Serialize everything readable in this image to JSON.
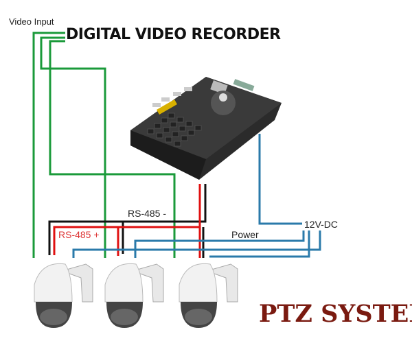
{
  "labels": {
    "video_input": "Video Input",
    "dvr": "DIGITAL VIDEO RECORDER",
    "rs485_minus": "RS-485 -",
    "rs485_plus": "RS-485 +",
    "power": "Power",
    "dc12": "12V-DC",
    "title": "PTZ SYSTEM"
  },
  "colors": {
    "video_wire": "#1a9a3a",
    "rs485_plus_wire": "#e01010",
    "rs485_minus_wire": "#111111",
    "power_wire": "#2a7aaa",
    "title": "#7a1a10"
  }
}
